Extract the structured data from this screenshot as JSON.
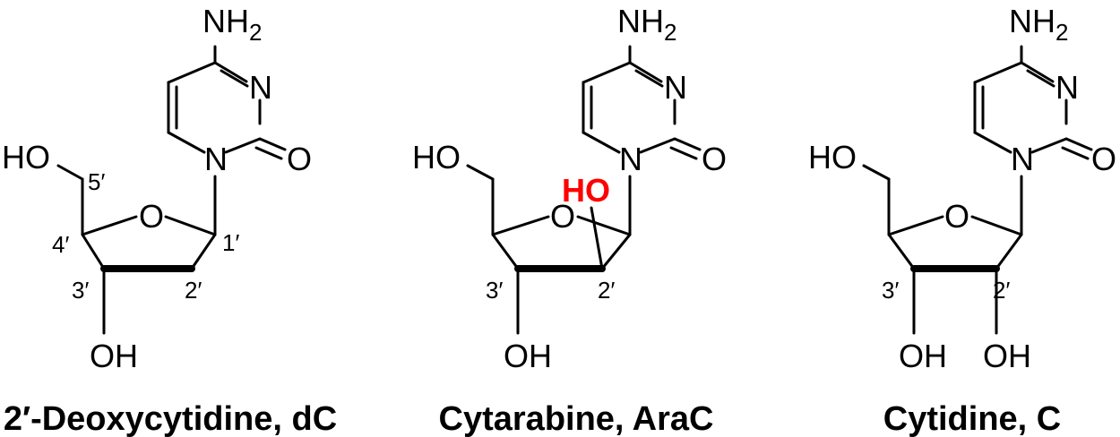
{
  "molecules": [
    {
      "name": "2′-Deoxycytidine, dC",
      "amine": "NH",
      "amine_sub": "2",
      "n3": "N",
      "n1": "N",
      "o2": "O",
      "ring_o": "O",
      "ho5": "HO",
      "oh3": "OH",
      "loc5": "5′",
      "loc4": "4′",
      "loc1": "1′",
      "loc3": "3′",
      "loc2": "2′"
    },
    {
      "name": "Cytarabine, AraC",
      "amine": "NH",
      "amine_sub": "2",
      "n3": "N",
      "n1": "N",
      "o2": "O",
      "ring_o": "O",
      "ho5": "HO",
      "ho2": "HO",
      "oh3": "OH",
      "loc3": "3′",
      "loc2": "2′",
      "highlight_color": "#ff0000"
    },
    {
      "name": "Cytidine, C",
      "amine": "NH",
      "amine_sub": "2",
      "n3": "N",
      "n1": "N",
      "o2": "O",
      "ring_o": "O",
      "ho5": "HO",
      "oh3": "OH",
      "oh2": "OH",
      "loc3": "3′",
      "loc2": "2′"
    }
  ]
}
